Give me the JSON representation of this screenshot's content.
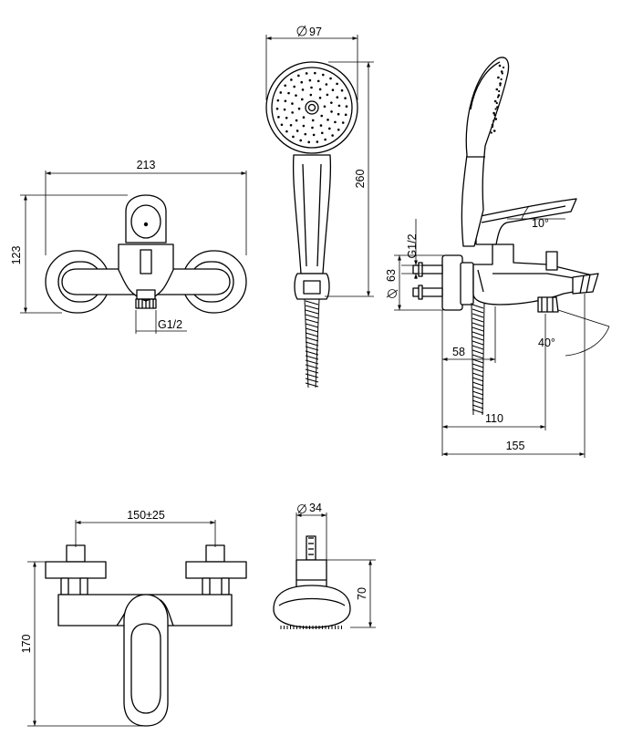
{
  "colors": {
    "line": "#000000",
    "background": "#ffffff"
  },
  "dimensions": {
    "width_213": "213",
    "height_123": "123",
    "thread_front": "G1/2",
    "diameter_97": "97",
    "height_260": "260",
    "thread_side": "G1/2",
    "diameter_63": "63",
    "angle_10": "10°",
    "angle_40": "40°",
    "depth_58": "58",
    "depth_110": "110",
    "depth_155": "155",
    "spacing_150": "150±25",
    "height_170": "170",
    "diameter_34": "34",
    "height_70": "70"
  }
}
